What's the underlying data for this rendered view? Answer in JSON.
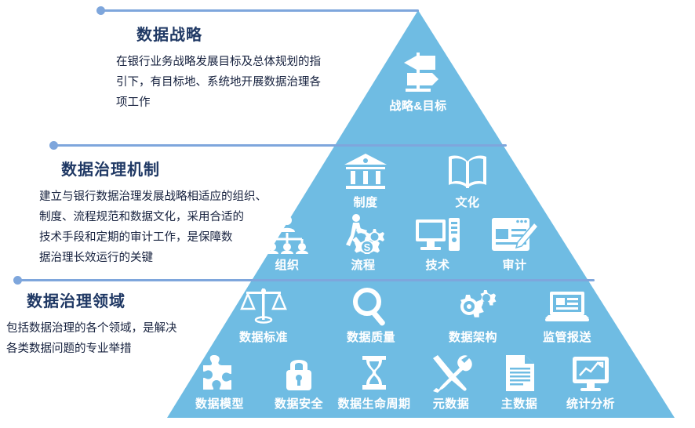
{
  "colors": {
    "pyramid_fill": "#6FBCE3",
    "divider": "#ffffff",
    "connector_line": "#7EA6DC",
    "connector_dot": "#7EA6DC",
    "title_text": "#1F3864",
    "body_text": "#16213E",
    "icon_white": "#FFFFFF",
    "background": "#FFFFFF"
  },
  "sections": [
    {
      "id": "strategy",
      "title": "数据战略",
      "body": [
        "在银行业务战略发展目标及总体规划的指",
        "引下，有目标地、系统地开展数据治理各",
        "项工作"
      ]
    },
    {
      "id": "mechanism",
      "title": "数据治理机制",
      "body": [
        "建立与银行数据治理发展战略相适应的组织、",
        "制度、流程规范和数据文化，采用合适的",
        "技术手段和定期的审计工作，是保障数",
        "据治理长效运行的关键"
      ]
    },
    {
      "id": "domain",
      "title": "数据治理领域",
      "body": [
        "包括数据治理的各个领域，是解决",
        "各类数据问题的专业举措"
      ]
    }
  ],
  "pyramid": {
    "tier_top": {
      "items": [
        {
          "label": "战略&目标",
          "icon": "signpost-icon"
        }
      ]
    },
    "tier_middle": {
      "row1": [
        {
          "label": "制度",
          "icon": "bank-icon"
        },
        {
          "label": "文化",
          "icon": "book-icon"
        }
      ],
      "row2": [
        {
          "label": "组织",
          "icon": "org-chart-icon"
        },
        {
          "label": "流程",
          "icon": "process-gears-icon"
        },
        {
          "label": "技术",
          "icon": "computer-icon"
        },
        {
          "label": "审计",
          "icon": "audit-icon"
        }
      ]
    },
    "tier_bottom": {
      "row1": [
        {
          "label": "数据标准",
          "icon": "scales-icon"
        },
        {
          "label": "数据质量",
          "icon": "magnifier-icon"
        },
        {
          "label": "数据架构",
          "icon": "gears-icon"
        },
        {
          "label": "监管报送",
          "icon": "laptop-icon"
        }
      ],
      "row2": [
        {
          "label": "数据模型",
          "icon": "puzzle-icon"
        },
        {
          "label": "数据安全",
          "icon": "lock-icon"
        },
        {
          "label": "数据生命周期",
          "icon": "hourglass-icon"
        },
        {
          "label": "元数据",
          "icon": "tools-icon"
        },
        {
          "label": "主数据",
          "icon": "document-icon"
        },
        {
          "label": "统计分析",
          "icon": "chart-monitor-icon"
        }
      ]
    }
  }
}
